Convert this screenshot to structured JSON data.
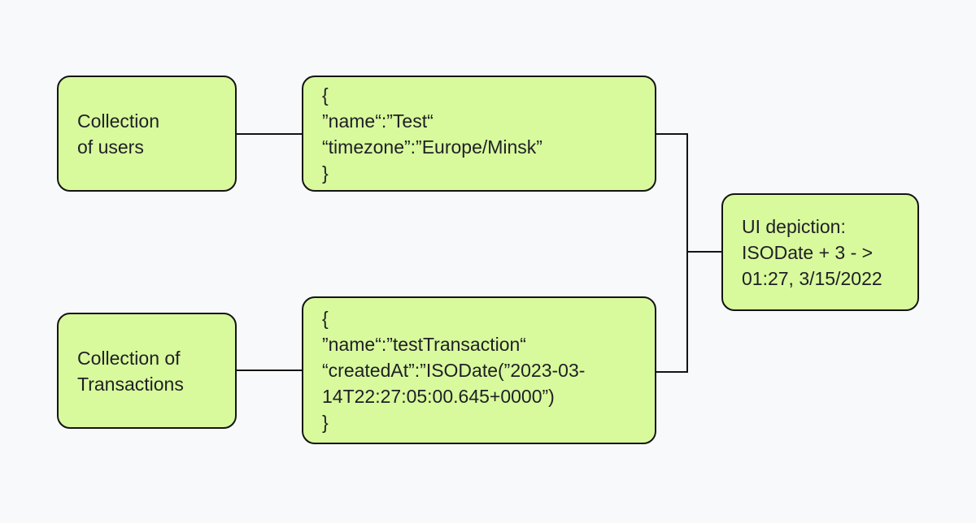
{
  "diagram": {
    "background": "#f8f9fb",
    "node_fill": "#d9f99d",
    "node_border": "#141414",
    "text_color": "#1d2025",
    "nodes": [
      {
        "id": "collection-of-users",
        "lines": [
          "Collection",
          "of users"
        ]
      },
      {
        "id": "user-document",
        "lines": [
          "{",
          "”name“:”Test“",
          "“timezone”:”Europe/Minsk”",
          "}"
        ]
      },
      {
        "id": "ui-depiction",
        "lines": [
          "UI depiction:",
          "ISODate + 3 - >",
          "01:27, 3/15/2022"
        ]
      },
      {
        "id": "collection-of-transactions",
        "lines": [
          "Collection of",
          "Transactions"
        ]
      },
      {
        "id": "transaction-document",
        "lines": [
          "{",
          "”name“:”testTransaction“",
          "“createdAt”:”ISODate(”2023-03-",
          "14T22:27:05:00.645+0000”)",
          "}"
        ]
      }
    ]
  }
}
